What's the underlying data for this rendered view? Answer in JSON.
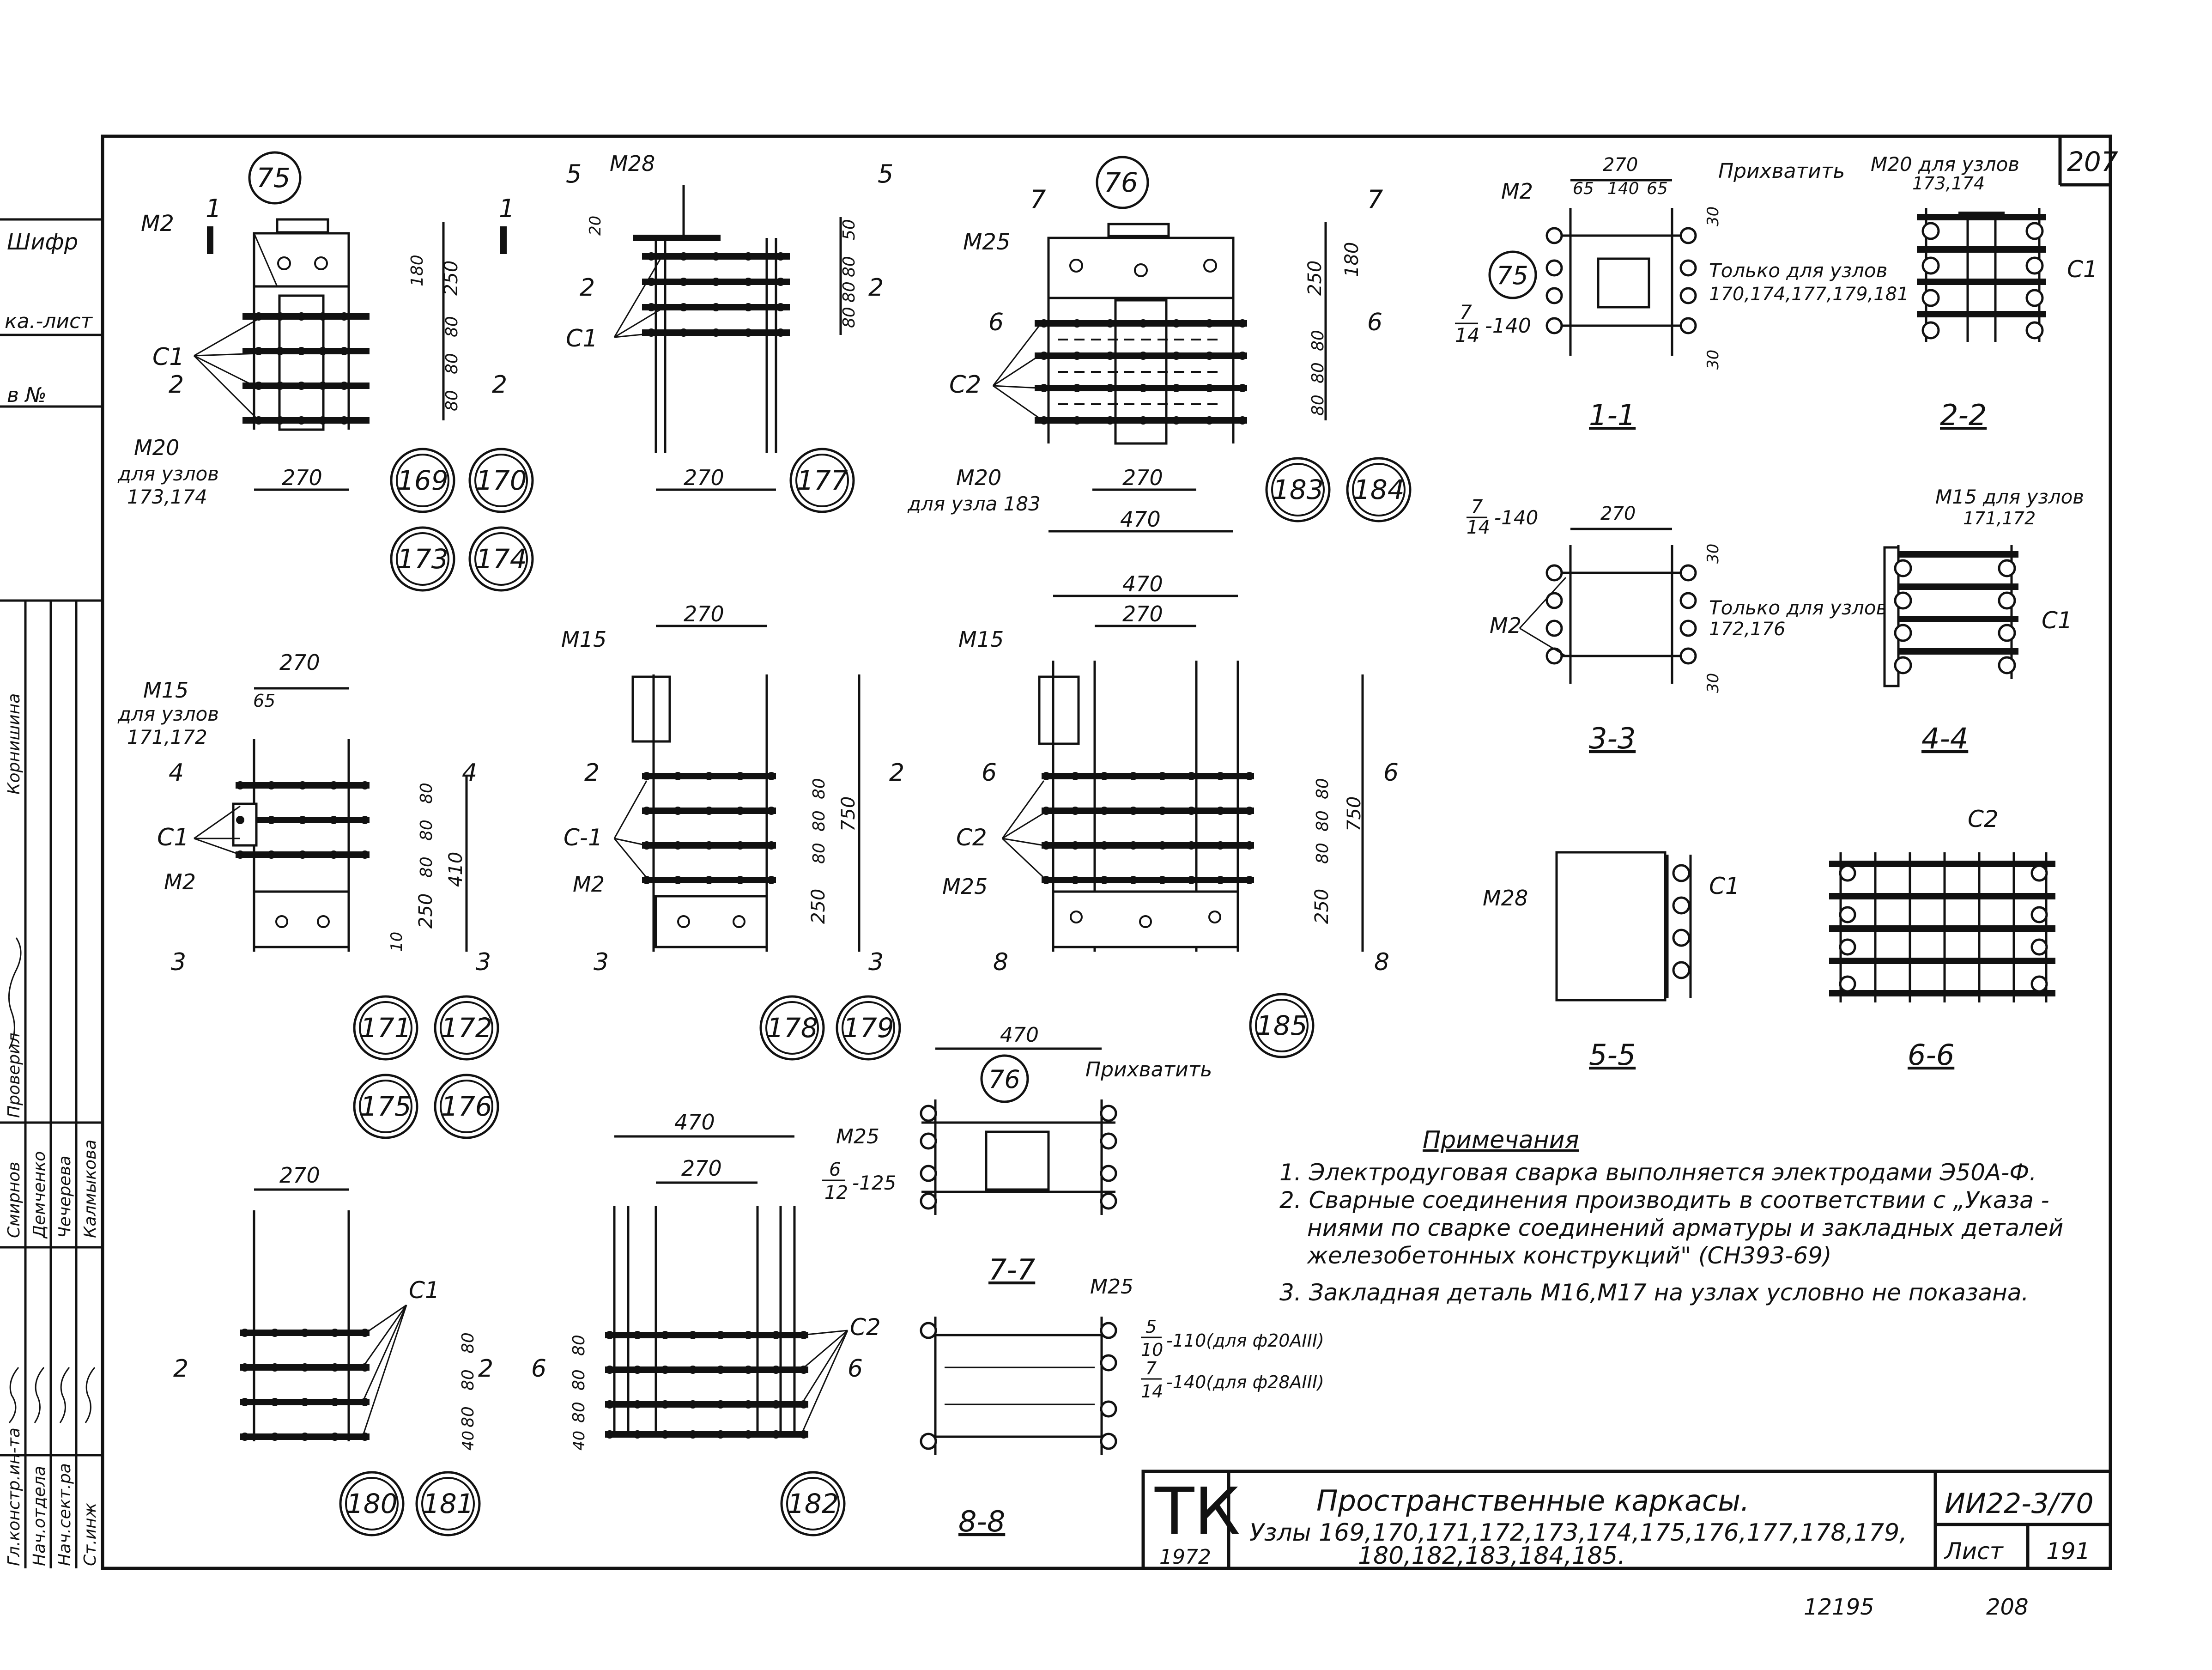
{
  "sheet": {
    "corner_number": "207",
    "bottom_code": "12195",
    "bottom_sheet": "208",
    "left_margin_fragments": [
      "Шифр",
      "ка.-лист",
      "в №"
    ]
  },
  "stamp": {
    "roles": [
      "Гл.констр.ин-та",
      "Нач.отдела",
      "Нач.сект.ра",
      "Ст.инж"
    ],
    "names": [
      "Смирнов",
      "Демченко",
      "Чечерева",
      "Калмыкова"
    ],
    "checked_label": "Проверил",
    "checked_name": "Корнишина"
  },
  "title_block": {
    "mark": "ТК",
    "year": "1972",
    "title": "Пространственные каркасы.",
    "nodes_line1": "Узлы 169,170,171,172,173,174,175,176,177,178,179,",
    "nodes_line2": "180,182,183,184,185.",
    "series": "ИИ22-3/70",
    "sheet_label": "Лист",
    "sheet_number": "191"
  },
  "notes": {
    "heading": "Примечания",
    "lines": [
      "1. Электродуговая сварка выполняется электродами Э50А-Ф.",
      "2. Сварные соединения производить в соответствии с „Указа -",
      "ниями по сварке соединений арматуры и закладных деталей",
      "железобетонных конструкций\" (СН393-69)",
      "3. Закладная деталь М16,М17 на узлах условно не показана."
    ]
  },
  "labels": {
    "m2": "М2",
    "m15": "М15",
    "m20": "М20",
    "m25": "М25",
    "m28": "М28",
    "c1": "С1",
    "c1_dash": "С-1",
    "c2": "С2",
    "for_nodes_173_174": "для узлов",
    "nodes_173_174": "173,174",
    "for_node_183": "для узла 183",
    "for_nodes_171_172": "для узлов",
    "nodes_171_172": "171,172",
    "tack": "Прихватить",
    "only_for_nodes": "Только для узлов",
    "only_nodes_a": "170,174,177,179,181",
    "only_nodes_b": "172,176",
    "m20_for": "М20 для узлов",
    "m20_for_nodes": "173,174",
    "m15_for": "М15 для узлов",
    "m15_for_nodes": "171,172",
    "frac_7_14": "7",
    "frac_14": "14",
    "frac_140": "-140",
    "frac_6": "6",
    "frac_12": "12",
    "frac_125": "-125",
    "frac_5": "5",
    "frac_10": "10",
    "d20": "-110(для ф20АIII)",
    "d28": "-140(для ф28АIII)"
  },
  "sections": {
    "s1": "1-1",
    "s2": "2-2",
    "s3": "3-3",
    "s4": "4-4",
    "s5": "5-5",
    "s6": "6-6",
    "s7": "7-7",
    "s8": "8-8"
  },
  "cuts": {
    "one": "1",
    "two": "2",
    "three": "3",
    "four": "4",
    "five": "5",
    "six": "6",
    "seven": "7",
    "eight": "8"
  },
  "callouts": {
    "c75": "75",
    "c76": "76"
  },
  "node_numbers": {
    "n169": "169",
    "n170": "170",
    "n171": "171",
    "n172": "172",
    "n173": "173",
    "n174": "174",
    "n175": "175",
    "n176": "176",
    "n177": "177",
    "n178": "178",
    "n179": "179",
    "n180": "180",
    "n181": "181",
    "n182": "182",
    "n183": "183",
    "n184": "184",
    "n185": "185"
  },
  "dims": {
    "d270": "270",
    "d470": "470",
    "d250": "250",
    "d180": "180",
    "d80": "80",
    "d50": "50",
    "d20": "20",
    "d10": "10",
    "d40": "40",
    "d410": "410",
    "d750": "750",
    "d30": "30",
    "d65": "65",
    "d140": "140"
  }
}
